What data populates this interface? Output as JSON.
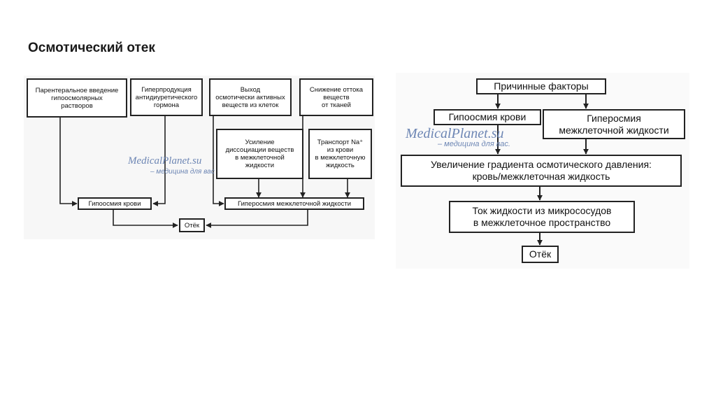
{
  "title": "Осмотический отек",
  "left_diagram": {
    "parenteral": "Парентеральное введение\nгипоосмолярных\nрастворов",
    "hyperproduction": "Гиперпродукция\nантидиуретического\nгормона",
    "exit_substances": "Выход\nосмотически активных\nвеществ из клеток",
    "reduced_outflow": "Снижение оттока\nвеществ\nот тканей",
    "dissociation": "Усиление\nдиссоциации веществ\nв межклеточной\nжидкости",
    "transport_na": "Транспорт Na⁺\nиз крови\nв межклеточную\nжидкость",
    "hypoosmia": "Гипоосмия крови",
    "hyperosmia": "Гиперосмия  межклеточной жидкости",
    "edema": "Отёк",
    "watermark": "MedicalPlanet.su",
    "watermark_sub": "– медицина для вас"
  },
  "right_diagram": {
    "causes": "Причинные факторы",
    "hypoosmia": "Гипоосмия крови",
    "hyperosmia": "Гиперосмия\nмежклеточной жидкости",
    "gradient": "Увеличение градиента осмотического давления:\nкровь/межклеточная жидкость",
    "flow": "Ток жидкости из микрососудов\nв межклеточное пространство",
    "edema": "Отёк",
    "watermark": "MedicalPlanet.su",
    "watermark_sub": "– медицина для вас."
  }
}
